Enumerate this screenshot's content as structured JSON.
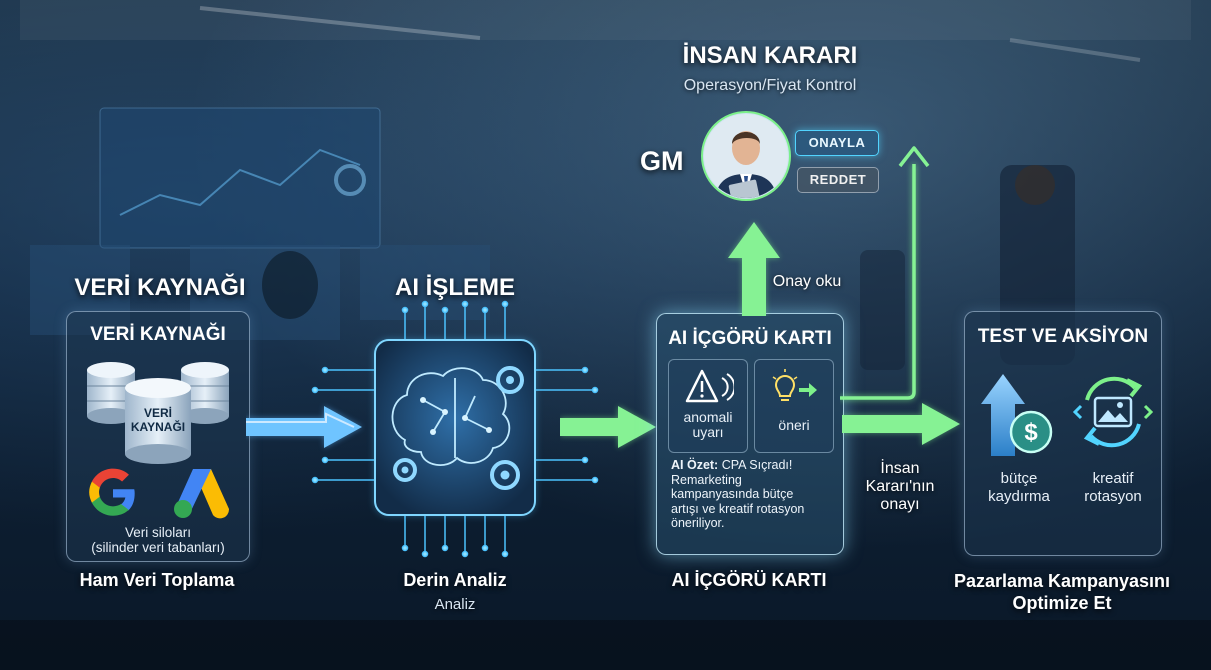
{
  "stages": {
    "source": {
      "heading": "VERİ KAYNAĞI",
      "panel_title": "VERİ KAYNAĞI",
      "db_label_line1": "VERİ",
      "db_label_line2": "KAYNAĞI",
      "note_line1": "Veri siloları",
      "note_line2": "(silinder veri tabanları)",
      "caption": "Ham Veri Toplama"
    },
    "processing": {
      "heading": "AI İŞLEME",
      "caption": "Derin Analiz",
      "sub": "Analiz"
    },
    "insight": {
      "panel_title": "AI İÇGÖRÜ KARTI",
      "anomaly_line1": "anomali",
      "anomaly_line2": "uyarı",
      "suggestion": "öneri",
      "summary_label": "AI Özet:",
      "summary_line1": " CPA Sıçradı!",
      "summary_line2": "Remarketing",
      "summary_line3": "kampanyasında bütçe",
      "summary_line4": "artışı ve kreatif rotasyon",
      "summary_line5": "öneriliyor.",
      "caption": "AI İÇGÖRÜ KARTI"
    },
    "human": {
      "heading": "İNSAN KARARI",
      "sub": "Operasyon/Fiyat Kontrol",
      "gm_label": "GM",
      "approve_label": "ONAYLA",
      "reject_label": "REDDET",
      "arrow_label": "Onay oku"
    },
    "action": {
      "panel_title": "TEST VE AKSİYON",
      "budget_line1": "bütçe",
      "budget_line2": "kaydırma",
      "creative_line1": "kreatif",
      "creative_line2": "rotasyon",
      "caption_line1": "Pazarlama Kampanyasını",
      "caption_line2": "Optimize Et",
      "approval_line1": "İnsan",
      "approval_line2": "Kararı'nın",
      "approval_line3": "onayı"
    }
  },
  "colors": {
    "blue_arrow": "#5fb8ff",
    "green_arrow": "#7df08a",
    "accent_cyan": "#52d4ff"
  },
  "icons": [
    "database-icon",
    "google-icon",
    "google-ads-icon",
    "brain-chip-icon",
    "gear-icon",
    "warning-icon",
    "lightbulb-icon",
    "dollar-icon",
    "image-rotate-icon",
    "person-avatar"
  ]
}
